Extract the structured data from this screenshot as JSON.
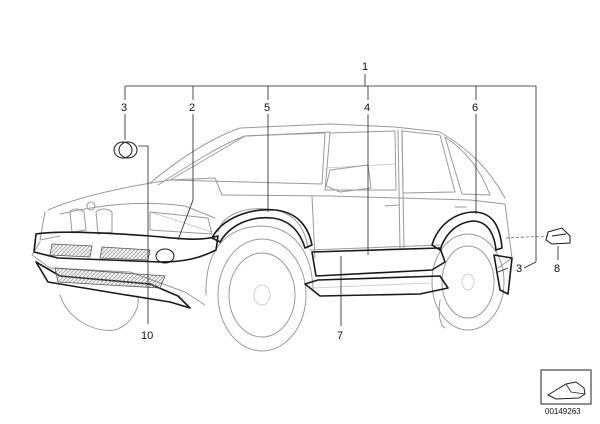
{
  "diagram": {
    "callouts": {
      "c1": "1",
      "c2": "2",
      "c3_top": "3",
      "c3_rear": "3",
      "c4": "4",
      "c5": "5",
      "c6": "6",
      "c7": "7",
      "c8": "8",
      "c10": "10"
    },
    "image_code": "00149263"
  }
}
